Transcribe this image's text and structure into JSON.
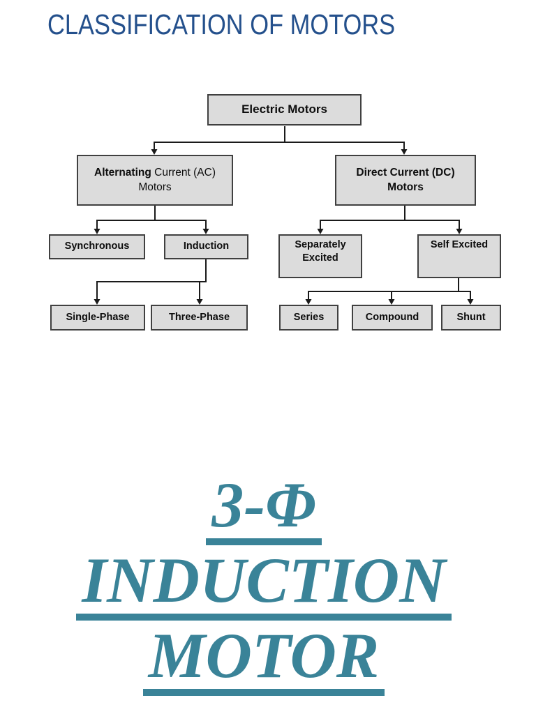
{
  "title": {
    "text": "CLASSIFICATION OF MOTORS",
    "color": "#24508C"
  },
  "flowchart": {
    "box_fill": "#DCDCDC",
    "box_border": "#404040",
    "line_color": "#1a1a1a",
    "nodes": {
      "root": {
        "label": "Electric Motors"
      },
      "ac": {
        "label_bold": "Alternating",
        "label_rest": " Current (AC)",
        "label_line2": "Motors"
      },
      "dc": {
        "label_line1": "Direct Current (DC)",
        "label_line2": "Motors"
      },
      "synchronous": {
        "label": "Synchronous"
      },
      "induction": {
        "label": "Induction"
      },
      "separately_excited": {
        "label_line1": "Separately",
        "label_line2": "Excited"
      },
      "self_excited": {
        "label": "Self Excited"
      },
      "single_phase": {
        "label": "Single-Phase"
      },
      "three_phase": {
        "label": "Three-Phase"
      },
      "series": {
        "label": "Series"
      },
      "compound": {
        "label": "Compound"
      },
      "shunt": {
        "label": "Shunt"
      }
    }
  },
  "heading": {
    "lines": [
      "3-Φ",
      "INDUCTION",
      "MOTOR"
    ],
    "color": "#3A8398"
  }
}
